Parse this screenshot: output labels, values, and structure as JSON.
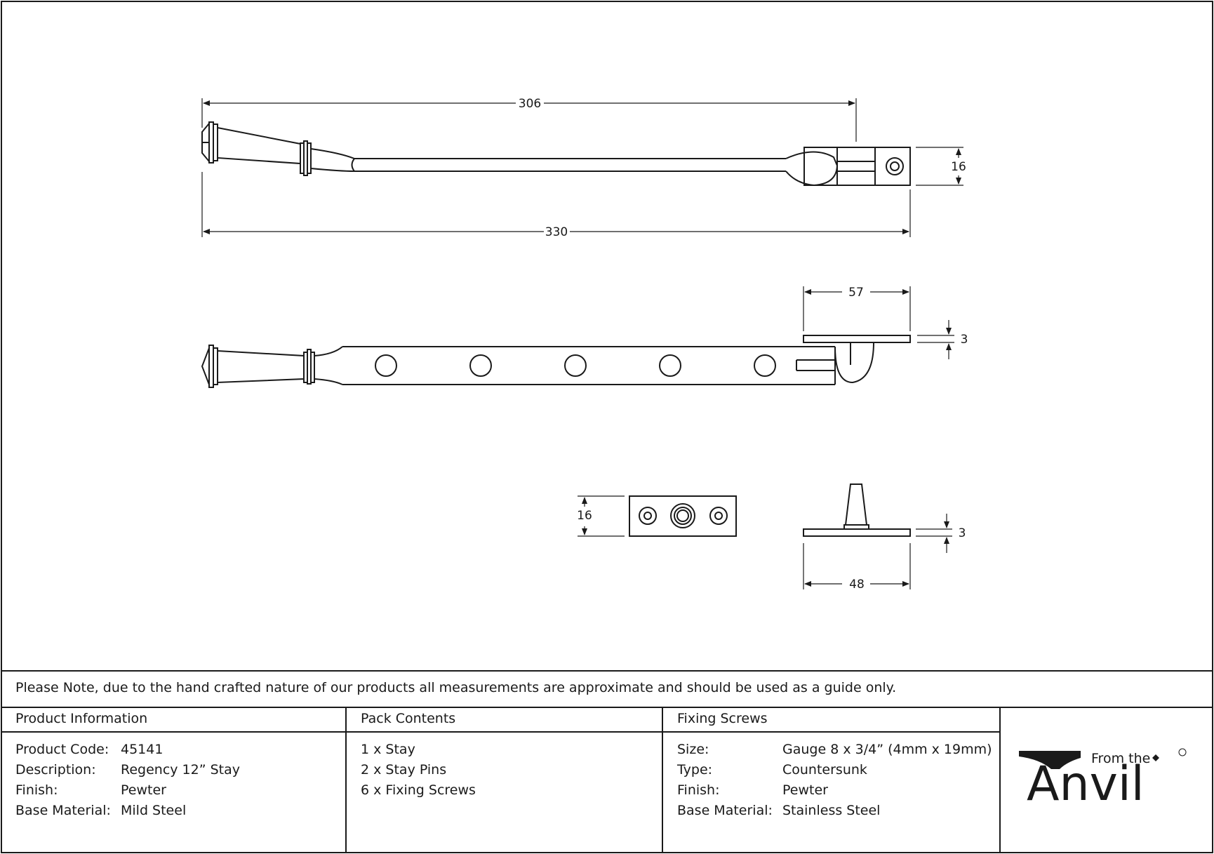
{
  "drawing": {
    "dimensions": {
      "top_length_inner": "306",
      "top_length_overall": "330",
      "top_height": "16",
      "side_bracket_width": "57",
      "side_plate_thickness": "3",
      "pin_plate_height": "16",
      "pin_plate_thickness": "3",
      "pin_plate_width": "48"
    }
  },
  "note": "Please Note, due to the hand crafted nature of our products all measurements are approximate and should be used as a guide only.",
  "product_information": {
    "header": "Product Information",
    "rows": [
      {
        "label": "Product Code:",
        "value": "45141"
      },
      {
        "label": "Description:",
        "value": "Regency 12” Stay"
      },
      {
        "label": "Finish:",
        "value": "Pewter"
      },
      {
        "label": "Base Material:",
        "value": "Mild Steel"
      }
    ]
  },
  "pack_contents": {
    "header": "Pack Contents",
    "items": [
      "1 x Stay",
      "2 x Stay Pins",
      "6 x Fixing Screws"
    ]
  },
  "fixing_screws": {
    "header": "Fixing Screws",
    "rows": [
      {
        "label": "Size:",
        "value": "Gauge 8 x 3/4” (4mm x 19mm)"
      },
      {
        "label": "Type:",
        "value": "Countersunk"
      },
      {
        "label": "Finish:",
        "value": "Pewter"
      },
      {
        "label": "Base Material:",
        "value": "Stainless Steel"
      }
    ]
  },
  "logo": {
    "small": "From the",
    "large": "Anvil"
  }
}
